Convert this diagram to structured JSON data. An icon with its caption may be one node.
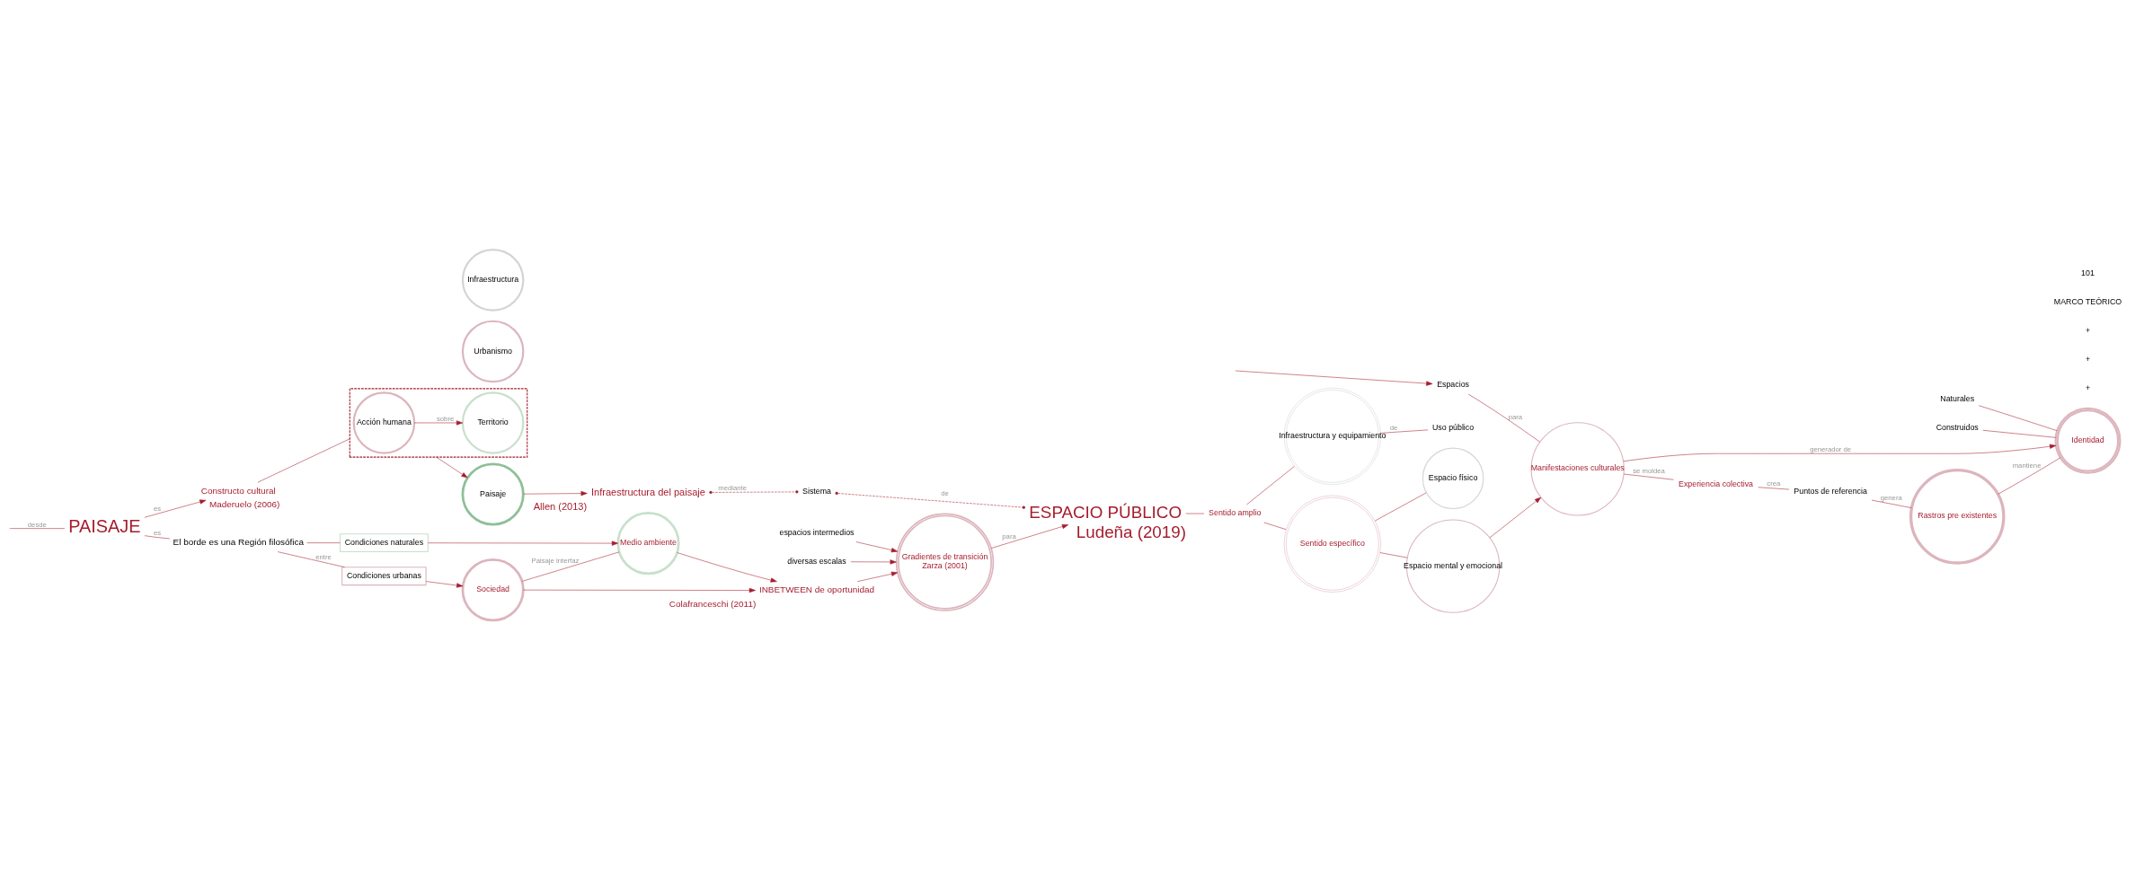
{
  "diagram": {
    "nodes": [
      {
        "text": [
          "PAISAJE"
        ]
      },
      {
        "text": [
          "Constructo cultural"
        ],
        "beside": [
          "Maderuelo (2006)"
        ]
      },
      {
        "text": [],
        "shape": "box"
      },
      {
        "text": [
          "Acción humana"
        ],
        "in": 2
      },
      {
        "text": [
          "Territorio"
        ],
        "in": 2
      },
      {
        "text": [
          "El borde es una Región filosófica"
        ]
      },
      {
        "text": [
          "Condiciones urbanas"
        ]
      },
      {
        "text": [
          "Condiciones naturales"
        ]
      },
      {
        "text": [
          "Sociedad"
        ]
      },
      {
        "text": [
          "Medio ambiente"
        ]
      },
      {
        "text": [
          "Urbanismo"
        ]
      },
      {
        "text": [
          "Paisaje"
        ]
      },
      {
        "text": [
          "Infraestructura"
        ]
      },
      {
        "text": [
          "Infraestructura del paisaje"
        ],
        "beside": [
          "Allen (2013)"
        ]
      },
      {
        "text": [
          "Sistema"
        ]
      },
      {
        "text": [
          "espacios intermedios"
        ]
      },
      {
        "text": [
          "INBETWEEN de oportunidad"
        ],
        "beside": [
          "Colafranceschi (2011)"
        ]
      },
      {
        "text": [
          "diversas escalas"
        ]
      },
      {
        "text": [
          "Gradientes de transición",
          "Zarza (2001)"
        ]
      },
      {
        "text": [
          "ESPACIO PÚBLICO"
        ],
        "beside": [
          "Ludeña (2019)"
        ]
      },
      {
        "text": [
          "Sentido amplio"
        ]
      },
      {
        "text": [
          "Sentido específico"
        ]
      },
      {
        "text": [
          "Infraestructura y equipamiento"
        ]
      },
      {
        "text": [
          "Uso público"
        ]
      },
      {
        "text": [
          "Espacio mental y emocional"
        ]
      },
      {
        "text": [
          "Espacio físico"
        ]
      },
      {
        "text": [
          "Espacios"
        ]
      },
      {
        "text": [
          "Manifestaciones culturales"
        ]
      },
      {
        "text": [
          "Naturales"
        ]
      },
      {
        "text": [
          "Construidos"
        ]
      },
      {
        "text": [
          "Identidad"
        ]
      },
      {
        "text": [
          "Experiencia colectiva"
        ]
      },
      {
        "text": [
          "Puntos de referencia"
        ]
      },
      {
        "text": [
          "Rastros pre existentes"
        ]
      }
    ],
    "edges": [
      {
        "from": null,
        "to": 0,
        "arrow": "none",
        "label": "desde"
      },
      {
        "from": 0,
        "to": 1,
        "arrow": "to",
        "label": "es"
      },
      {
        "from": 0,
        "to": 5,
        "arrow": "none",
        "label": "es"
      },
      {
        "from": 1,
        "to": 2,
        "arrow": "none"
      },
      {
        "from": 3,
        "to": 4,
        "arrow": "to",
        "label": "sobre"
      },
      {
        "from": 2,
        "to": 11,
        "arrow": "to"
      },
      {
        "from": 5,
        "to": 6,
        "arrow": "none",
        "label": "entre"
      },
      {
        "from": 5,
        "to": 7,
        "arrow": "none"
      },
      {
        "from": 6,
        "to": 8,
        "arrow": "to"
      },
      {
        "from": 7,
        "to": 9,
        "arrow": "to"
      },
      {
        "from": 8,
        "to": 9,
        "arrow": "none",
        "label": "Paisaje interfaz"
      },
      {
        "from": 8,
        "to": 16,
        "arrow": "to"
      },
      {
        "from": 9,
        "to": 16,
        "arrow": "to"
      },
      {
        "from": 15,
        "to": 18,
        "arrow": "to"
      },
      {
        "from": 16,
        "to": 18,
        "arrow": "to"
      },
      {
        "from": 17,
        "to": 18,
        "arrow": "to"
      },
      {
        "from": 11,
        "to": 13,
        "arrow": "to"
      },
      {
        "from": 13,
        "to": 14,
        "arrow": "other",
        "style": "dashed",
        "label": "mediante"
      },
      {
        "from": 14,
        "to": 19,
        "arrow": "other",
        "style": "dashed",
        "label": "de"
      },
      {
        "from": 18,
        "to": 19,
        "arrow": "to",
        "label": "para"
      },
      {
        "from": 19,
        "to": 20,
        "arrow": "none"
      },
      {
        "from": 20,
        "to": 21,
        "arrow": "none"
      },
      {
        "from": 20,
        "to": 22,
        "arrow": "none"
      },
      {
        "from": 22,
        "to": 23,
        "arrow": "none",
        "label": "de"
      },
      {
        "from": 21,
        "to": 24,
        "arrow": "none"
      },
      {
        "from": 21,
        "to": 25,
        "arrow": "none"
      },
      {
        "from": 24,
        "to": 27,
        "arrow": "to"
      },
      {
        "from": null,
        "to": 26,
        "arrow": "to"
      },
      {
        "from": 26,
        "to": 27,
        "arrow": "none",
        "label": "para"
      },
      {
        "from": 27,
        "to": 30,
        "arrow": "to",
        "label": "generador de"
      },
      {
        "from": 28,
        "to": 30,
        "arrow": "none"
      },
      {
        "from": 29,
        "to": 30,
        "arrow": "none"
      },
      {
        "from": 27,
        "to": 31,
        "arrow": "none",
        "label": "se moldea"
      },
      {
        "from": 31,
        "to": 32,
        "arrow": "none",
        "label": "crea"
      },
      {
        "from": 32,
        "to": 33,
        "arrow": "none",
        "label": "genera"
      },
      {
        "from": 33,
        "to": 30,
        "arrow": "none",
        "label": "mantiene"
      }
    ],
    "labels": [
      "+",
      "+",
      "+",
      "MARCO TEÓRICO",
      "101"
    ]
  }
}
